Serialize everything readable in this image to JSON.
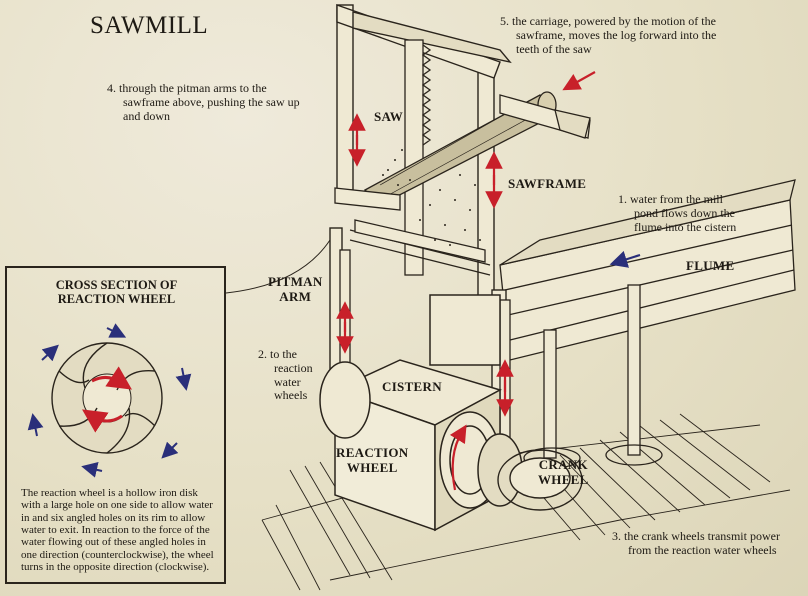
{
  "title": "SAWMILL",
  "labels": {
    "saw": "SAW",
    "sawframe": "SAWFRAME",
    "pitman_line1": "PITMAN",
    "pitman_line2": "ARM",
    "cistern": "CISTERN",
    "reaction_line1": "REACTION",
    "reaction_line2": "WHEEL",
    "crank_line1": "CRANK",
    "crank_line2": "WHEEL",
    "flume": "FLUME"
  },
  "notes": {
    "step1_line1": "1.  water from the mill",
    "step1_line2": "pond flows down the",
    "step1_line3": "flume into the cistern",
    "step2_line1": "2.  to the",
    "step2_line2": "reaction",
    "step2_line3": "water",
    "step2_line4": "wheels",
    "step3_line1": "3.  the crank wheels transmit power",
    "step3_line2": "from the reaction water wheels",
    "step4_line1": "4.  through the pitman arms to the",
    "step4_line2": "sawframe above, pushing the saw up",
    "step4_line3": "and down",
    "step5_line1": "5.  the carriage, powered by the motion of the",
    "step5_line2": "sawframe, moves the log forward into the",
    "step5_line3": "teeth of the saw"
  },
  "inset": {
    "title_line1": "CROSS SECTION OF",
    "title_line2": "REACTION WHEEL",
    "desc_line1": "The reaction wheel is a hollow iron disk",
    "desc_line2": "with a large hole on one side to allow water",
    "desc_line3": "in and six angled holes on its rim to allow",
    "desc_line4": "water to exit. In reaction to the force of the",
    "desc_line5": "water flowing out of these angled holes in",
    "desc_line6": "one direction (counterclockwise), the wheel",
    "desc_line7": "turns in the opposite direction (clockwise)."
  },
  "colors": {
    "background": "#e9e4cc",
    "ink": "#1e1a14",
    "arrow_red": "#c8202a",
    "arrow_blue": "#2a2f7a",
    "wood_light": "#efe9d3"
  }
}
